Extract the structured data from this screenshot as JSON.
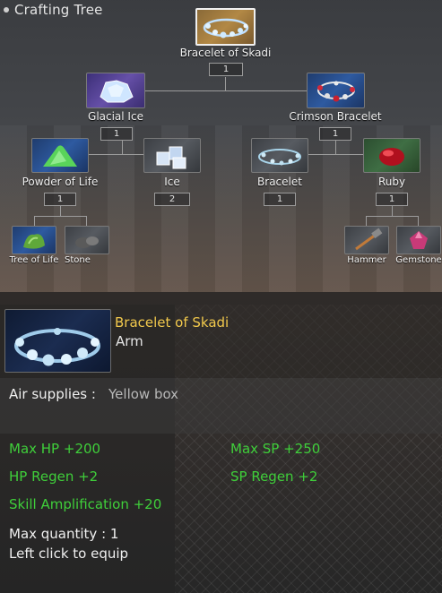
{
  "tree": {
    "title": "Crafting Tree",
    "root": {
      "name": "Bracelet of Skadi",
      "qty": "1",
      "icon": "bracelet-icon"
    },
    "level1": [
      {
        "name": "Glacial Ice",
        "qty": "1",
        "icon": "glacial-ice-icon"
      },
      {
        "name": "Crimson Bracelet",
        "qty": "1",
        "icon": "crimson-bracelet-icon"
      }
    ],
    "level2": [
      {
        "name": "Powder of Life",
        "qty": "1",
        "icon": "powder-icon"
      },
      {
        "name": "Ice",
        "qty": "2",
        "icon": "ice-icon"
      },
      {
        "name": "Bracelet",
        "qty": "1",
        "icon": "bracelet-icon"
      },
      {
        "name": "Ruby",
        "qty": "1",
        "icon": "ruby-icon"
      }
    ],
    "level3": [
      {
        "name": "Tree of Life",
        "icon": "tree-of-life-icon"
      },
      {
        "name": "Stone",
        "icon": "stone-icon"
      },
      {
        "name": "Hammer",
        "icon": "hammer-icon"
      },
      {
        "name": "Gemstone",
        "icon": "gemstone-icon"
      }
    ]
  },
  "tooltip": {
    "item_name": "Bracelet of Skadi",
    "item_type": "Arm",
    "air_label": "Air supplies :",
    "air_value": "Yellow box",
    "stats": [
      "Max HP +200",
      "Max SP +250",
      "HP Regen +2",
      "SP Regen +2",
      "Skill Amplification +20"
    ],
    "max_quantity": "Max quantity : 1",
    "hint": "Left click to equip"
  },
  "colors": {
    "item_name": "#f2c94c",
    "stat": "#3fcf3a",
    "rarity_border_root": "#f0f0f0"
  }
}
